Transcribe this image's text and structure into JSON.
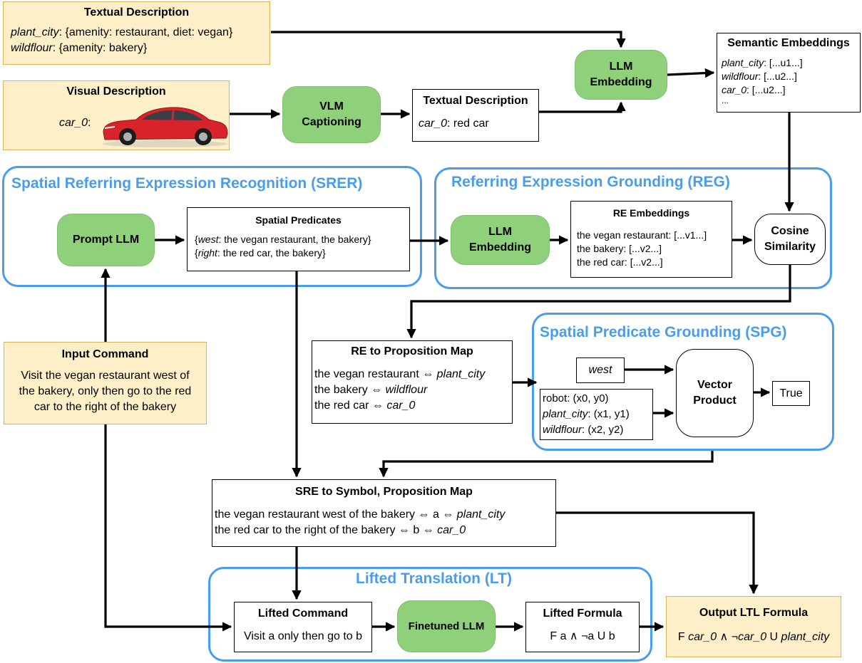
{
  "textual_desc_top": {
    "title": "Textual Description",
    "l1_key": "plant_city",
    "l1_val": ": {amenity: restaurant, diet: vegan}",
    "l2_key": "wildflour",
    "l2_val": ": {amenity: bakery}"
  },
  "visual_desc": {
    "title": "Visual Description",
    "car_key": "car_0",
    "car_colon": ":"
  },
  "vlm": {
    "l1": "VLM",
    "l2": "Captioning"
  },
  "textual_desc_mid": {
    "title": "Textual Description",
    "key": "car_0",
    "val": ": red car"
  },
  "llm_embed_top": {
    "l1": "LLM",
    "l2": "Embedding"
  },
  "semantic": {
    "title": "Semantic Embeddings",
    "l1_key": "plant_city",
    "l1_val": ": [...u1...]",
    "l2_key": "wildflour",
    "l2_val": ": [...u2...]",
    "l3_key": "car_0",
    "l3_val": ": [...u2...]",
    "l4": "..."
  },
  "srer": {
    "title": "Spatial Referring Expression Recognition (SRER)",
    "prompt": "Prompt LLM",
    "pred_title": "Spatial Predicates",
    "p1_open": "{",
    "p1_key": "west",
    "p1_val": ": the vegan restaurant, the bakery}",
    "p2_open": "{",
    "p2_key": "right",
    "p2_val": ": the red car, the bakery}"
  },
  "reg": {
    "title": "Referring Expression Grounding (REG)",
    "llm_l1": "LLM",
    "llm_l2": "Embedding",
    "re_title": "RE Embeddings",
    "r1": "the vegan restaurant: [...v1...]",
    "r2": "the bakery: [...v2...]",
    "r3": "the red car: [...v2...]",
    "cos_l1": "Cosine",
    "cos_l2": "Similarity"
  },
  "input_cmd": {
    "title": "Input Command",
    "l1": "Visit the vegan restaurant west of",
    "l2": "the bakery, only then go to the red",
    "l3": "car to the right of the bakery"
  },
  "re_prop": {
    "title": "RE to Proposition Map",
    "l1_txt": "the vegan restaurant ⇔ ",
    "l1_sym": "plant_city",
    "l2_txt": "the bakery ⇔ ",
    "l2_sym": "wildflour",
    "l3_txt": "the red car ⇔ ",
    "l3_sym": "car_0"
  },
  "spg": {
    "title": "Spatial Predicate Grounding (SPG)",
    "west": "west",
    "c1": "robot: (x0, y0)",
    "c2_key": "plant_city",
    "c2_val": ": (x1, y1)",
    "c3_key": "wildflour",
    "c3_val": ": (x2, y2)",
    "vp_l1": "Vector",
    "vp_l2": "Product",
    "result": "True"
  },
  "sre_map": {
    "title": "SRE to Symbol, Proposition Map",
    "l1_txt": "the vegan restaurant west of the bakery ⇔ a ⇔ ",
    "l1_sym": "plant_city",
    "l2_txt": "the red car to the right of the bakery ⇔ b ⇔ ",
    "l2_sym": "car_0"
  },
  "lt": {
    "title": "Lifted Translation (LT)",
    "cmd_title": "Lifted Command",
    "cmd_text": "Visit a only then go to b",
    "llm": "Finetuned LLM",
    "formula_title": "Lifted Formula",
    "formula": "F a ∧ ¬a U b"
  },
  "output": {
    "title": "Output LTL Formula",
    "f_pre": "F ",
    "f_a": "car_0",
    "f_mid": " ∧ ¬",
    "f_b": "car_0",
    "f_u": " U ",
    "f_c": "plant_city"
  },
  "colors": {
    "group_border": "#4a9cec",
    "llm_fill": "#8fd07a",
    "note_fill": "#fdf0c8",
    "car_red": "#d8232a"
  }
}
